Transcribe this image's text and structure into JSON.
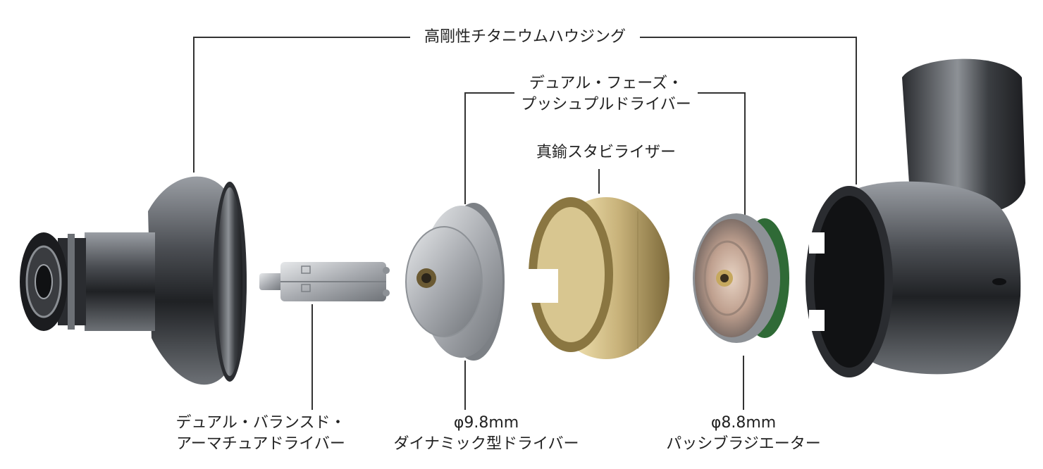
{
  "labels": {
    "titanium_housing": "高剛性チタニウムハウジング",
    "dual_phase_driver": [
      "デュアル・フェーズ・",
      "プッシュプルドライバー"
    ],
    "brass_stabilizer": "真鍮スタビライザー",
    "balanced_armature": [
      "デュアル・バランスド・",
      "アーマチュアドライバー"
    ],
    "dynamic_driver": [
      "φ9.8mm",
      "ダイナミック型ドライバー"
    ],
    "passive_radiator": [
      "φ8.8mm",
      "パッシブラジエーター"
    ]
  },
  "icons": {
    "nozzle": "titanium-nozzle-icon",
    "ba_driver": "balanced-armature-driver-icon",
    "dynamic": "dynamic-driver-icon",
    "stabilizer": "brass-stabilizer-icon",
    "radiator": "passive-radiator-icon",
    "housing": "titanium-housing-icon"
  },
  "colors": {
    "line": "#333333",
    "text": "#222222",
    "titanium": "#4a4d52",
    "brass": "#c8b27a",
    "silver": "#b5b8bc",
    "green_pcb": "#2f6a36"
  }
}
